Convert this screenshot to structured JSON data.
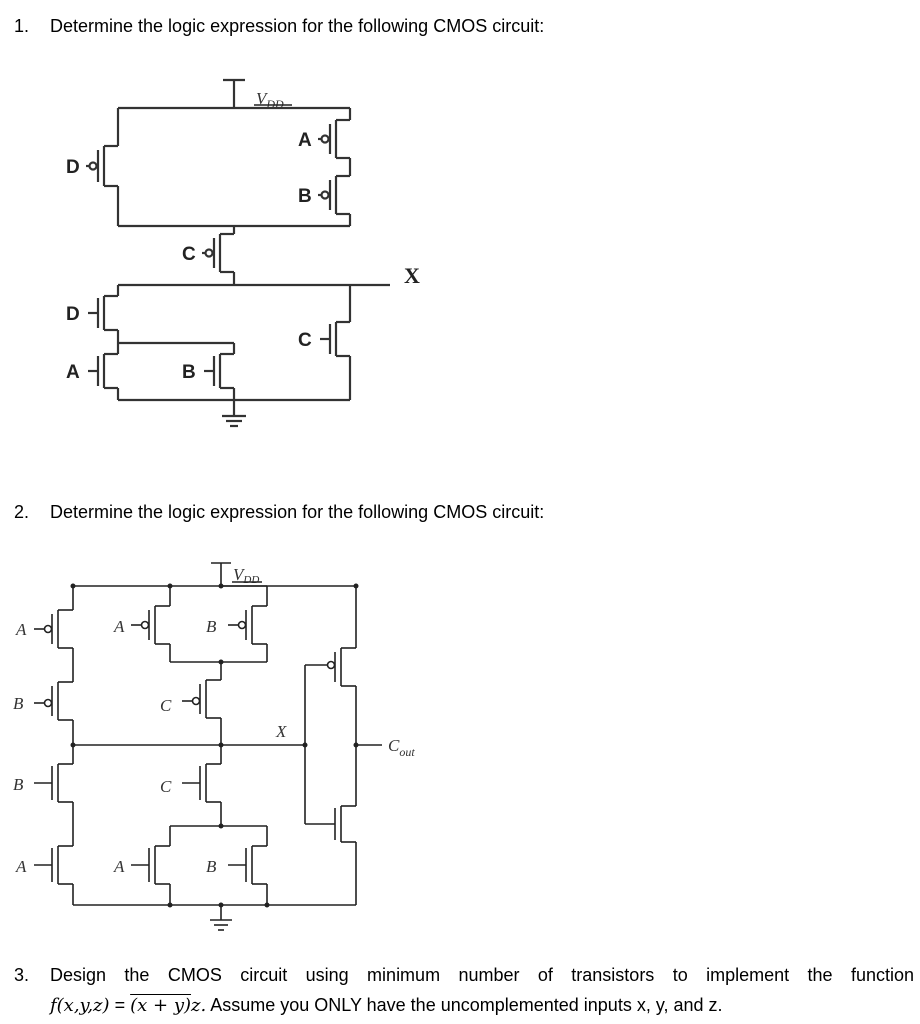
{
  "questions": [
    {
      "number": "1.",
      "text": "Determine the logic expression for the following CMOS circuit:"
    },
    {
      "number": "2.",
      "text": "Determine the logic expression for the following CMOS circuit:"
    },
    {
      "number": "3.",
      "text": "Design the CMOS circuit using minimum number of transistors to implement the function",
      "func_lhs": "f(x,y,z)",
      "func_eq": "=",
      "func_over": "(x + y)",
      "func_tail": "z.",
      "line2_rest": " Assume you ONLY have the uncomplemented inputs x, y, and z."
    }
  ],
  "circuit1": {
    "supply": "V",
    "supply_sub": "DD",
    "output": "X",
    "inputs": {
      "pmos_D": "D",
      "pmos_A": "A",
      "pmos_B": "B",
      "pmos_C": "C",
      "nmos_D": "D",
      "nmos_A": "A",
      "nmos_B": "B",
      "nmos_C": "C"
    }
  },
  "circuit2": {
    "supply": "V",
    "supply_sub": "DD",
    "internal_node": "X",
    "output": "C",
    "output_sub": "out",
    "inputs": {
      "p_A1": "A",
      "p_B1": "B",
      "p_A2": "A",
      "p_B2": "B",
      "p_C": "C",
      "n_B1": "B",
      "n_A1": "A",
      "n_C": "C",
      "n_A2": "A",
      "n_B2": "B"
    }
  }
}
